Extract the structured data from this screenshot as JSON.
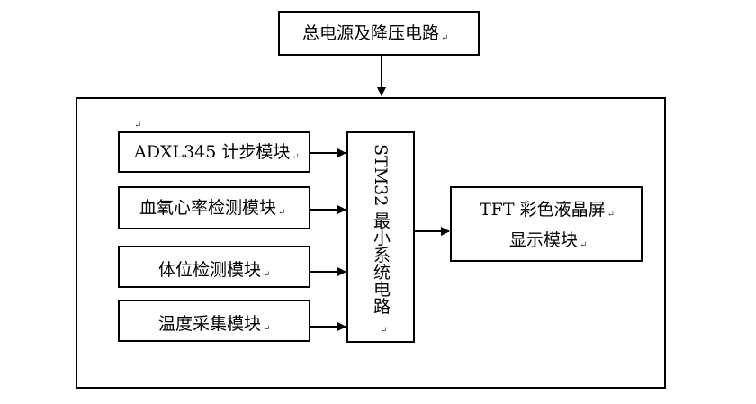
{
  "top": {
    "label": "总电源及降压电路"
  },
  "modules": [
    {
      "label": "ADXL345 计步模块"
    },
    {
      "label": "血氧心率检测模块"
    },
    {
      "label": "体位检测模块"
    },
    {
      "label": "温度采集模块"
    }
  ],
  "mcu": {
    "label": "STM32 最小系统电路"
  },
  "display": {
    "line1": "TFT 彩色液晶屏",
    "line2": "显示模块"
  },
  "marks": {
    "return": "↵"
  }
}
